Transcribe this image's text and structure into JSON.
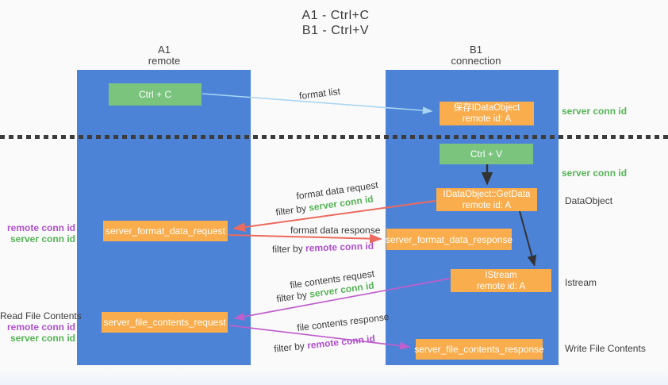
{
  "title": {
    "line1": "A1 - Ctrl+C",
    "line2": "B1 - Ctrl+V"
  },
  "lanes": {
    "left": {
      "name": "A1",
      "subtitle": "remote"
    },
    "right": {
      "name": "B1",
      "subtitle": "connection"
    }
  },
  "nodes": {
    "ctrl_c": {
      "label": "Ctrl + C"
    },
    "ctrl_v": {
      "label": "Ctrl + V"
    },
    "save_dataobject": {
      "line1": "保存IDataObject",
      "line2": "remote id: A"
    },
    "getdata": {
      "line1": "IDataObject::GetData",
      "line2": "remote id: A"
    },
    "istream": {
      "line1": "IStream",
      "line2": "remote id: A"
    },
    "server_format_data_request": {
      "label": "server_format_data_request"
    },
    "server_format_data_response": {
      "label": "server_format_data_response"
    },
    "server_file_contents_request": {
      "label": "server_file_contents_request"
    },
    "server_file_contents_response": {
      "label": "server_file_contents_response"
    }
  },
  "flow_labels": {
    "format_list": "format list",
    "format_data_request": "format data request",
    "filter_by_1": "filter by",
    "server_conn_id_1": "server conn id",
    "format_data_response": "format data response",
    "filter_by_2": "filter by",
    "remote_conn_id_1": "remote conn id",
    "file_contents_request": "file contents request",
    "filter_by_3": "filter by",
    "server_conn_id_2": "server conn id",
    "file_contents_response": "file contents response",
    "filter_by_4": "filter by",
    "remote_conn_id_2": "remote conn id"
  },
  "left_annotations": {
    "format_remote": "remote conn id",
    "format_server": "server conn id",
    "read_file_contents": "Read File Contents",
    "file_remote": "remote conn id",
    "file_server": "server conn id"
  },
  "right_annotations": {
    "server_conn_top": "server conn id",
    "server_conn_mid": "server conn id",
    "dataobject": "DataObject",
    "istream": "Istream",
    "write_file_contents": "Write File Contents"
  },
  "colors": {
    "lane_blue": "#4d83d7",
    "node_green": "#7ac47e",
    "node_orange": "#f9ad4d",
    "arrow_lightblue": "#a9d5f2",
    "arrow_red": "#ec6a5e",
    "arrow_purple": "#c05ecb",
    "arrow_black": "#333333",
    "text_green": "#55b455",
    "text_purple": "#b050d0",
    "text_dark": "#3c3c3c",
    "background": "#fafafa"
  }
}
